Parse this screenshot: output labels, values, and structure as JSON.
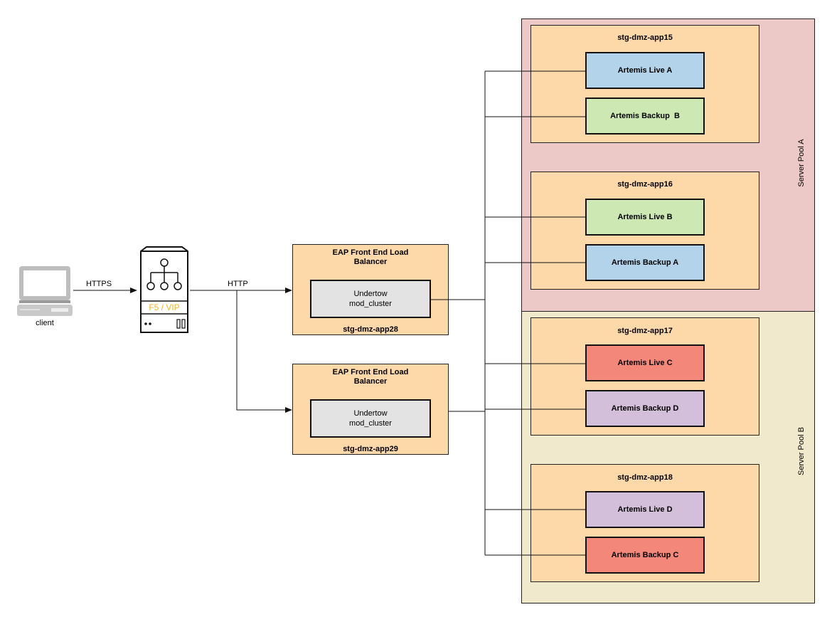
{
  "client": {
    "label": "client"
  },
  "vip": {
    "label": "F5 / VIP"
  },
  "edges": {
    "https": "HTTPS",
    "http": "HTTP"
  },
  "load_balancers": [
    {
      "title_line1": "EAP Front End Load",
      "title_line2": "Balancer",
      "inner_line1": "Undertow",
      "inner_line2": "mod_cluster",
      "host": "stg-dmz-app28"
    },
    {
      "title_line1": "EAP Front End Load",
      "title_line2": "Balancer",
      "inner_line1": "Undertow",
      "inner_line2": "mod_cluster",
      "host": "stg-dmz-app29"
    }
  ],
  "pools": [
    {
      "label": "Server Pool A",
      "color": "#ecc8c6"
    },
    {
      "label": "Server Pool B",
      "color": "#f1e9cb"
    }
  ],
  "servers": [
    {
      "host": "stg-dmz-app15",
      "nodes": [
        {
          "label": "Artemis Live A",
          "color": "#b2d3ea"
        },
        {
          "label": "Artemis Backup  B",
          "color": "#cde8b2"
        }
      ]
    },
    {
      "host": "stg-dmz-app16",
      "nodes": [
        {
          "label": "Artemis Live B",
          "color": "#cde8b2"
        },
        {
          "label": "Artemis Backup A",
          "color": "#b2d3ea"
        }
      ]
    },
    {
      "host": "stg-dmz-app17",
      "nodes": [
        {
          "label": "Artemis Live C",
          "color": "#f3877a"
        },
        {
          "label": "Artemis Backup D",
          "color": "#d4bfda"
        }
      ]
    },
    {
      "host": "stg-dmz-app18",
      "nodes": [
        {
          "label": "Artemis Live D",
          "color": "#d4bfda"
        },
        {
          "label": "Artemis Backup C",
          "color": "#f3877a"
        }
      ]
    }
  ]
}
